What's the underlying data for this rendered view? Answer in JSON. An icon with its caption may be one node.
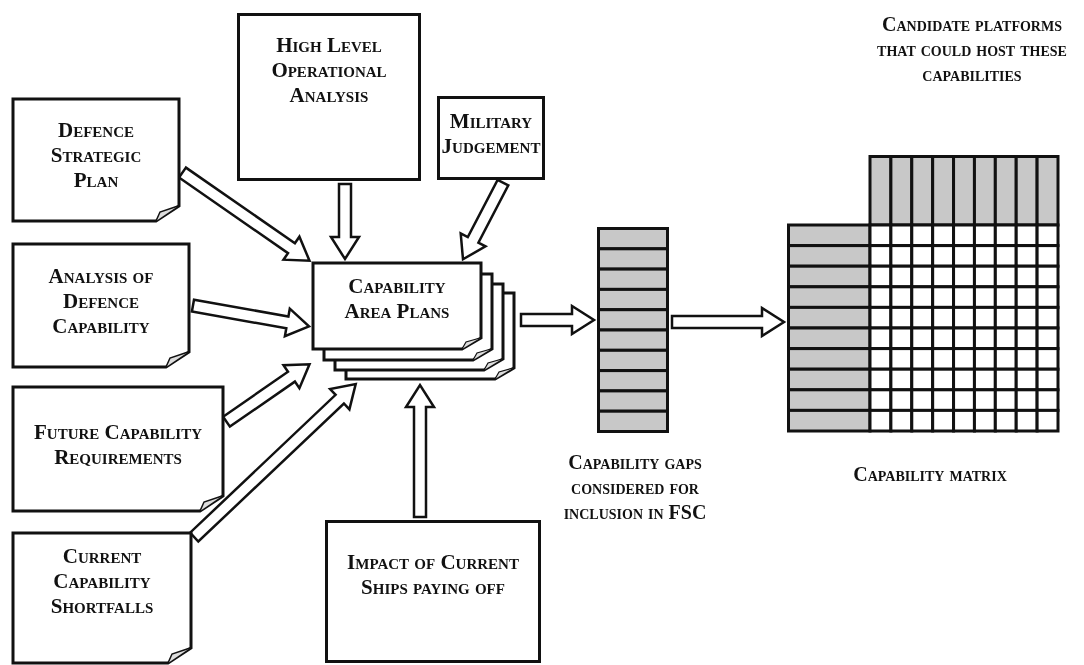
{
  "diagram": {
    "nodes": [
      {
        "text": [
          "Defence Strategic Plan"
        ]
      },
      {
        "text": [
          "High Level Operational Analysis"
        ]
      },
      {
        "text": [
          "Military Judgement"
        ]
      },
      {
        "text": [
          "Analysis of Defence Capability"
        ]
      },
      {
        "text": [
          "Future Capability Requirements"
        ]
      },
      {
        "text": [
          "Current Capability Shortfalls"
        ]
      },
      {
        "text": [
          "Capability Area Plans"
        ]
      },
      {
        "text": [
          "Impact of Current Ships paying off"
        ]
      },
      {
        "text": [],
        "shape": "bar",
        "beside": [
          "Capability gaps considered for inclusion in FSC"
        ]
      },
      {
        "text": [],
        "shape": "box",
        "beside": [
          "Candidate platforms that could host these capabilities",
          "Capability matrix"
        ]
      }
    ],
    "edges": [
      {
        "from": 0,
        "to": 6,
        "arrow": "to"
      },
      {
        "from": 1,
        "to": 6,
        "arrow": "to"
      },
      {
        "from": 2,
        "to": 6,
        "arrow": "to"
      },
      {
        "from": 3,
        "to": 6,
        "arrow": "to"
      },
      {
        "from": 4,
        "to": 6,
        "arrow": "to"
      },
      {
        "from": 5,
        "to": 6,
        "arrow": "to"
      },
      {
        "from": 7,
        "to": 6,
        "arrow": "to"
      },
      {
        "from": 6,
        "to": 8,
        "arrow": "to"
      },
      {
        "from": 8,
        "to": 9,
        "arrow": "to"
      }
    ]
  }
}
